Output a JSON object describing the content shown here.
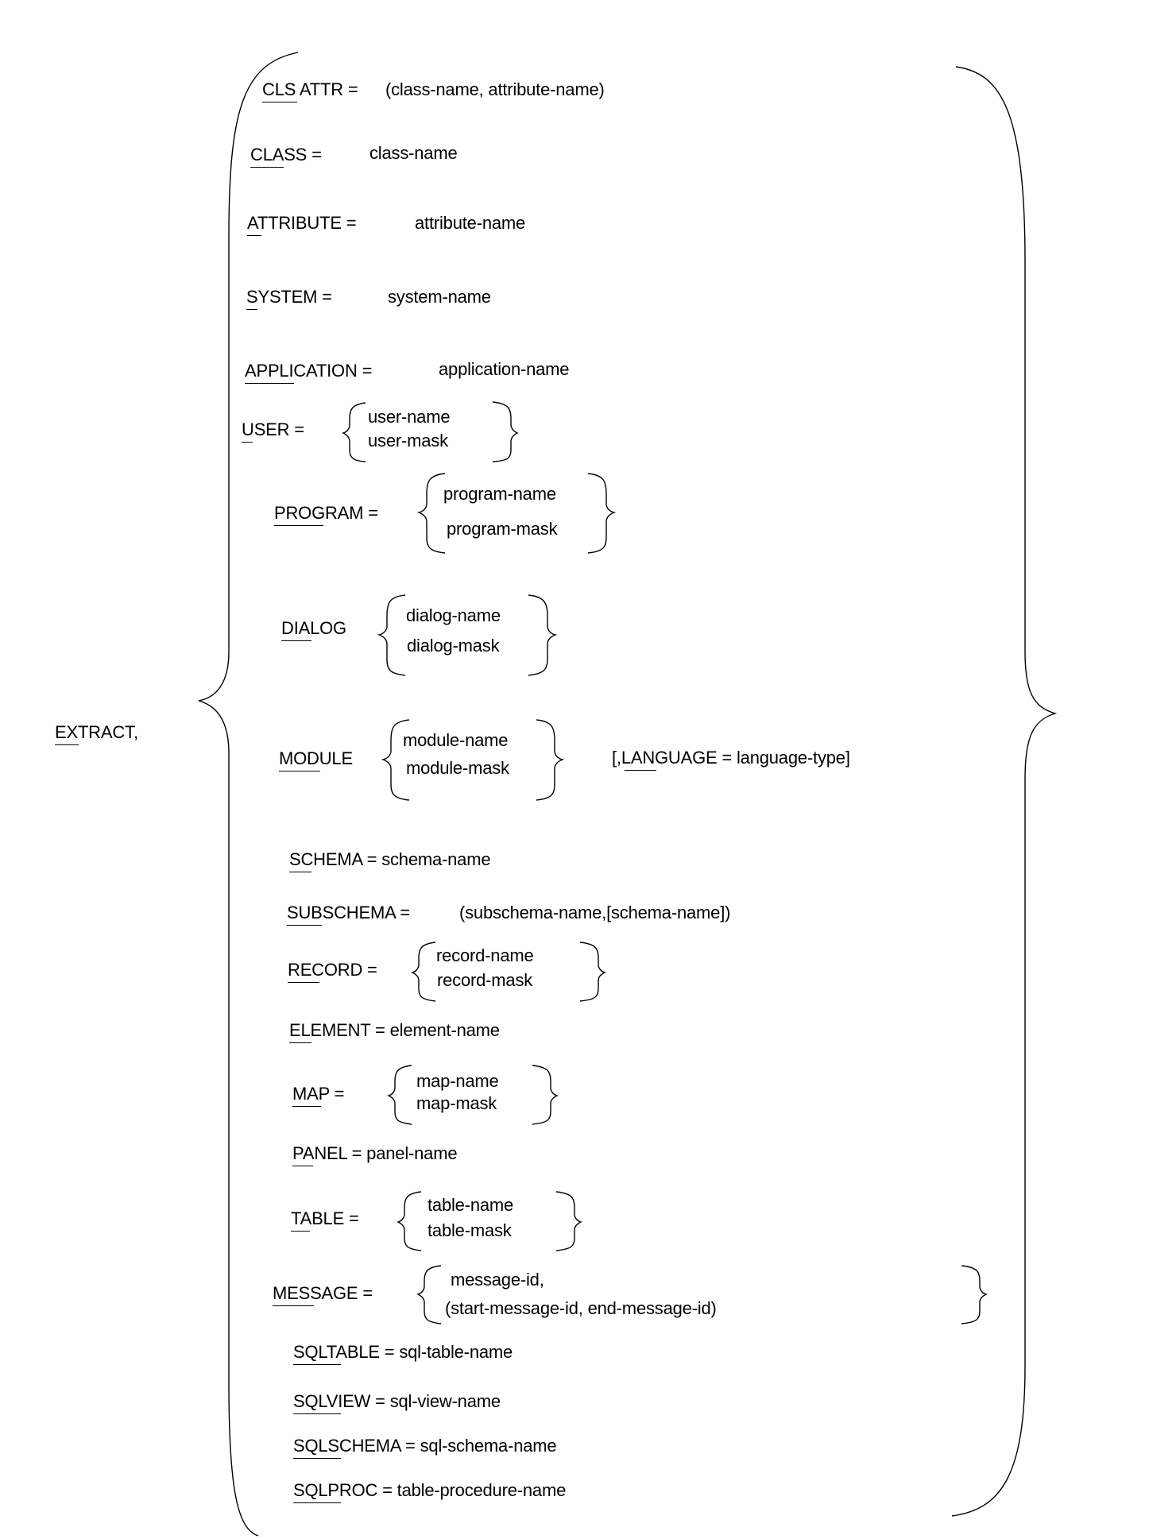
{
  "command": {
    "keyword": "EXTRACT",
    "suffix": ","
  },
  "options": [
    {
      "keyword": "CLS",
      "rest": " ATTR =",
      "value": "(class-name, attribute-name)"
    },
    {
      "keyword": "CLASS",
      "rest": " =",
      "value": "class-name"
    },
    {
      "keyword": "ATTRIBUTE",
      "rest": " =",
      "value": "attribute-name"
    },
    {
      "keyword": "SYSTEM",
      "rest": " =",
      "value": "system-name"
    },
    {
      "keyword": "APPLICATION",
      "rest": " =",
      "value": "application-name"
    },
    {
      "keyword": "USER",
      "rest": " =",
      "choices": [
        "user-name",
        "user-mask"
      ]
    },
    {
      "keyword": "PROGRAM",
      "rest": " =",
      "choices": [
        "program-name",
        "program-mask"
      ]
    },
    {
      "keyword": "DIALOG",
      "rest": "",
      "choices": [
        "dialog-name",
        "dialog-mask"
      ]
    },
    {
      "keyword": "MODULE",
      "rest": "",
      "choices": [
        "module-name",
        "module-mask"
      ],
      "language_clause": {
        "prefix": "[,",
        "keyword": "LANGUAGE",
        "rest": " =  language-type]"
      }
    },
    {
      "keyword": "SCHEMA",
      "rest": " = schema-name"
    },
    {
      "keyword": "SUBSCHEMA",
      "rest": " =",
      "value": "(subschema-name,[schema-name])"
    },
    {
      "keyword": "RECORD",
      "rest": " =",
      "choices": [
        "record-name",
        "record-mask"
      ]
    },
    {
      "keyword": "ELEMENT",
      "rest": " = element-name"
    },
    {
      "keyword": "MAP",
      "rest": " =",
      "choices": [
        "map-name",
        "map-mask"
      ]
    },
    {
      "keyword": "PANEL",
      "rest": " = panel-name"
    },
    {
      "keyword": "TABLE",
      "rest": " =",
      "choices": [
        "table-name",
        "table-mask"
      ]
    },
    {
      "keyword": "MESSAGE",
      "rest": " =",
      "choices": [
        "message-id,",
        "(start-message-id, end-message-id)"
      ]
    },
    {
      "keyword": "SQLTABLE",
      "rest": " = sql-table-name"
    },
    {
      "keyword": "SQLVIEW",
      "rest": " = sql-view-name"
    },
    {
      "keyword": "SQLSCHEMA",
      "rest": " = sql-schema-name"
    },
    {
      "keyword": "SQLPROC",
      "rest": " = table-procedure-name"
    }
  ]
}
